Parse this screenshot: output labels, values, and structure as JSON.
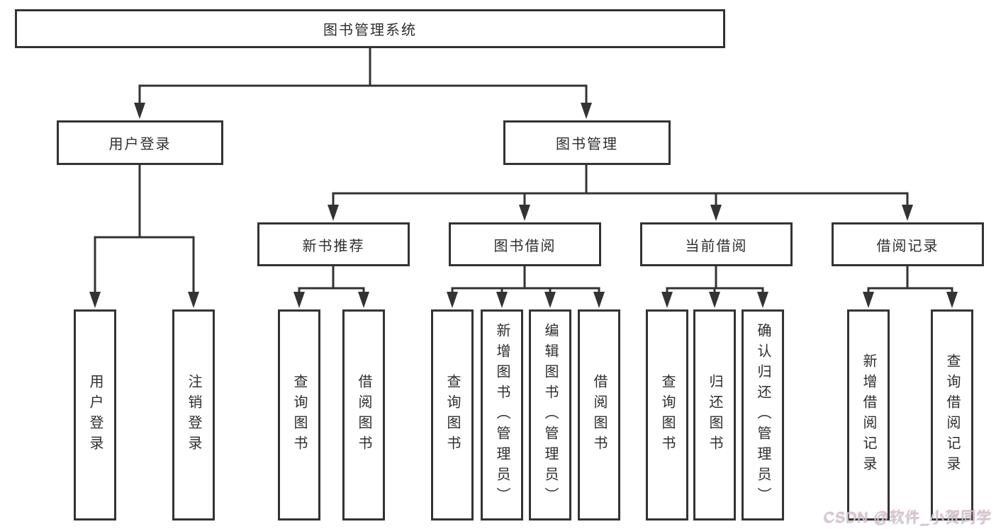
{
  "colors": {
    "line": "#333333",
    "text": "#2e2e2e",
    "background": "#ffffff",
    "watermark": "#cdced3"
  },
  "diagram": {
    "root": {
      "label": "图书管理系统"
    },
    "level2": [
      {
        "label": "用户登录"
      },
      {
        "label": "图书管理"
      }
    ],
    "level3": [
      {
        "label": "新书推荐"
      },
      {
        "label": "图书借阅"
      },
      {
        "label": "当前借阅"
      },
      {
        "label": "借阅记录"
      }
    ],
    "leaves": [
      {
        "label": "用户登录"
      },
      {
        "label": "注销登录"
      },
      {
        "label": "查询图书"
      },
      {
        "label": "借阅图书"
      },
      {
        "label": "查询图书"
      },
      {
        "label": "新增图书（管理员）"
      },
      {
        "label": "编辑图书（管理员）"
      },
      {
        "label": "借阅图书"
      },
      {
        "label": "查询图书"
      },
      {
        "label": "归还图书"
      },
      {
        "label": "确认归还（管理员）"
      },
      {
        "label": "新增借阅记录"
      },
      {
        "label": "查询借阅记录"
      }
    ]
  },
  "watermark": {
    "text": "CSDN @软件_小贺同学"
  }
}
